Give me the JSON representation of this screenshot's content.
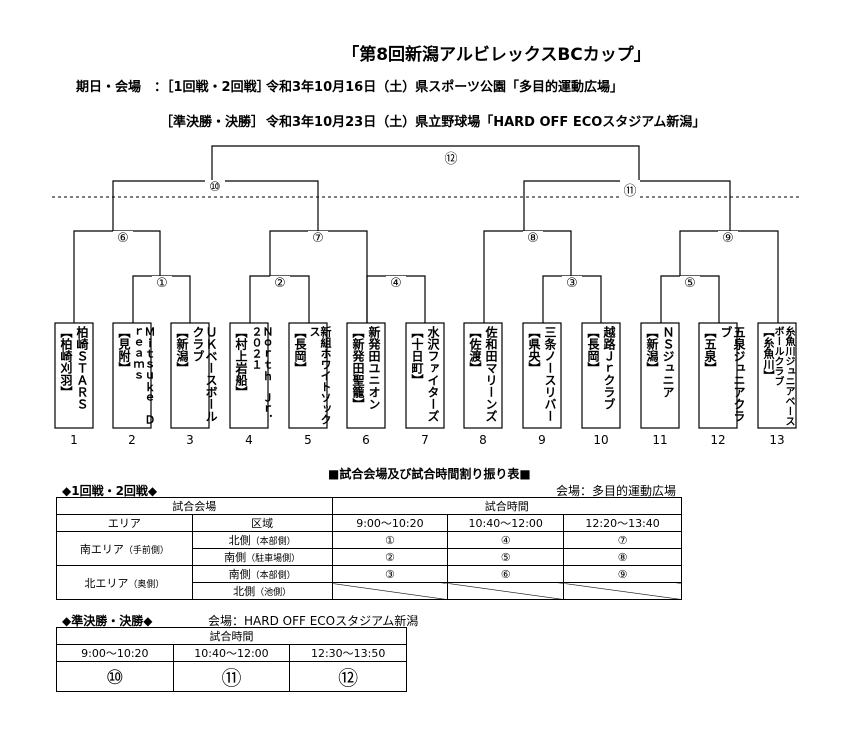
{
  "title": "「第8回新潟アルビレックスBCカップ」",
  "schedule_line1": {
    "label": "期日・会場　：［1回戦・2回戦］",
    "detail": "令和3年10月16日（土）県スポーツ公園「多目的運動広場」"
  },
  "schedule_line2": {
    "label": "［準決勝・決勝］",
    "detail": "令和3年10月23日（土）県立野球場「HARD OFF ECOスタジアム新潟」"
  },
  "match_labels": {
    "m1": "①",
    "m2": "②",
    "m3": "③",
    "m4": "④",
    "m5": "⑤",
    "m6": "⑥",
    "m7": "⑦",
    "m8": "⑧",
    "m9": "⑨",
    "m10": "⑩",
    "m11": "⑪",
    "m12": "⑫"
  },
  "teams": [
    {
      "no": "1",
      "name": "柏崎ＳＴＡＲＳ",
      "region": "【柏崎刈羽】"
    },
    {
      "no": "2",
      "name": "Ｍｉｔｓｕｋｅ　Ｄｒｅａｍｓ",
      "region": "【見附】"
    },
    {
      "no": "3",
      "name": "ＵＫベースボールクラブ",
      "region": "【新潟】"
    },
    {
      "no": "4",
      "name": "Ｎｏｒｔｈ　Ｊｒ．２０２１",
      "region": "【村上岩船】"
    },
    {
      "no": "5",
      "name": "新組ホワイトソックス",
      "region": "【長岡】"
    },
    {
      "no": "6",
      "name": "新発田ユニオン",
      "region": "【新発田聖籠】"
    },
    {
      "no": "7",
      "name": "水沢ファイターズ",
      "region": "【十日町】"
    },
    {
      "no": "8",
      "name": "佐和田マリーンズ",
      "region": "【佐渡】"
    },
    {
      "no": "9",
      "name": "三条ノースリバー",
      "region": "【県央】"
    },
    {
      "no": "10",
      "name": "越路Ｊｒクラブ",
      "region": "【長岡】"
    },
    {
      "no": "11",
      "name": "ＮＳジュニア",
      "region": "【新潟】"
    },
    {
      "no": "12",
      "name": "五泉ジュニアクラブ",
      "region": "【五泉】"
    },
    {
      "no": "13",
      "name": "糸魚川ジュニアベースボールクラブ",
      "region": "【糸魚川】"
    }
  ],
  "allocation": {
    "heading": "■試合会場及び試合時間割り振り表■",
    "round12": {
      "label": "◆1回戦・2回戦◆",
      "venue": "会場：多目的運動広場",
      "h_venue": "試合会場",
      "h_time": "試合時間",
      "h_area": "エリア",
      "h_zone": "区域",
      "times": [
        "9:00～10:20",
        "10:40～12:00",
        "12:20～13:40"
      ],
      "south": "南エリア",
      "south_note": "（手前側）",
      "north": "北エリア",
      "north_note": "（奥側）",
      "rows": [
        {
          "zone": "北側",
          "note": "（本部側）",
          "games": [
            "①",
            "④",
            "⑦"
          ]
        },
        {
          "zone": "南側",
          "note": "（駐車場側）",
          "games": [
            "②",
            "⑤",
            "⑧"
          ]
        },
        {
          "zone": "南側",
          "note": "（本部側）",
          "games": [
            "③",
            "⑥",
            "⑨"
          ]
        },
        {
          "zone": "北側",
          "note": "（池側）",
          "games": [
            "",
            "",
            ""
          ]
        }
      ]
    },
    "semis": {
      "label": "◆準決勝・決勝◆",
      "venue": "会場：HARD OFF ECOスタジアム新潟",
      "h_time": "試合時間",
      "times": [
        "9:00～10:20",
        "10:40～12:00",
        "12:30～13:50"
      ],
      "games": [
        "⑩",
        "⑪",
        "⑫"
      ]
    }
  }
}
